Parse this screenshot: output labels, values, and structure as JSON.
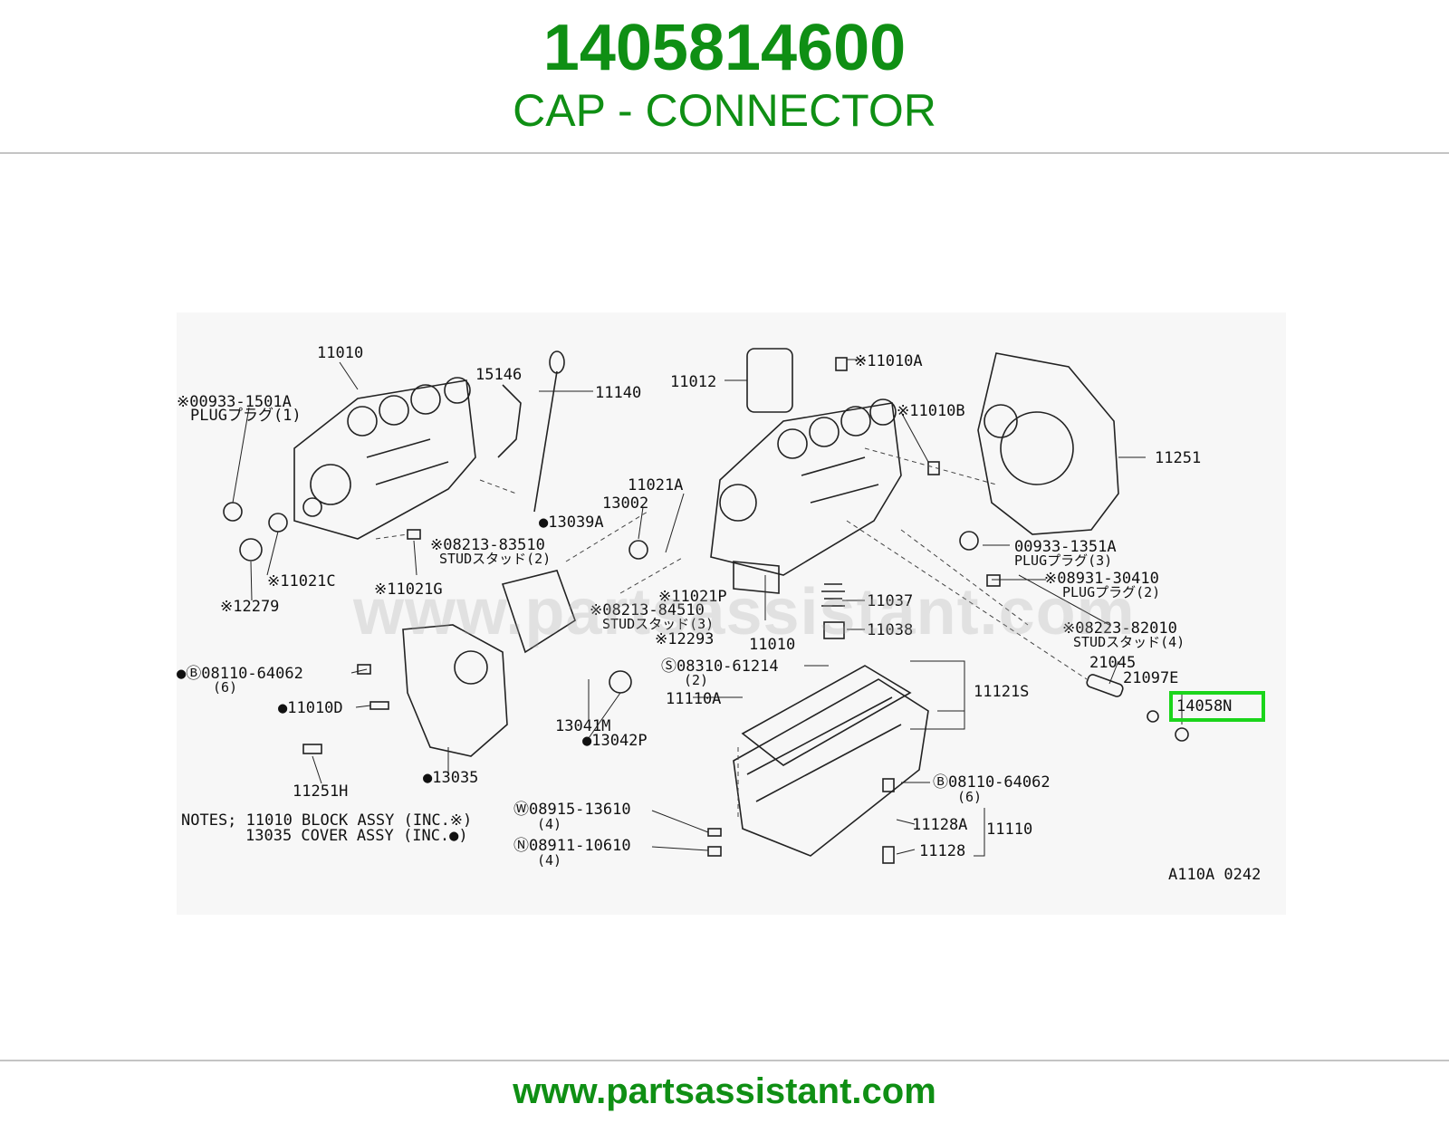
{
  "header": {
    "part_number": "1405814600",
    "part_name": "CAP - CONNECTOR"
  },
  "footer": {
    "url": "www.partsassistant.com"
  },
  "diagram": {
    "watermark": "www.partsassistant.com",
    "code": "A110A 0242",
    "highlight": "14058N",
    "notes": [
      "NOTES; 11010 BLOCK ASSY (INC.※)",
      "13035 COVER ASSY (INC.●)"
    ],
    "labels": {
      "l11010": "11010",
      "l00933_1501a": "※00933-1501A",
      "l00933_1501a_sub": "PLUGプラグ(1)",
      "l15146": "15146",
      "l11140": "11140",
      "l11012": "11012",
      "l11010a": "※11010A",
      "l11010b": "※11010B",
      "l11251": "11251",
      "l11021a": "11021A",
      "l13002": "13002",
      "l13039a": "●13039A",
      "l08213_83510": "※08213-83510",
      "l08213_83510_sub": "STUDスタッド(2)",
      "l11021c": "※11021C",
      "l11021g": "※11021G",
      "l12279": "※12279",
      "l00933_1351a": "00933-1351A",
      "l00933_1351a_sub": "PLUGプラグ(3)",
      "l08931_30410": "※08931-30410",
      "l08931_30410_sub": "PLUGプラグ(2)",
      "l11021p": "※11021P",
      "l08213_84510": "※08213-84510",
      "l08213_84510_sub": "STUDスタッド(3)",
      "l11037": "11037",
      "l11038": "11038",
      "l08223_82010": "※08223-82010",
      "l08223_82010_sub": "STUDスタッド(4)",
      "l12293": "※12293",
      "l11010_mid": "11010",
      "l21045": "21045",
      "l21097e": "21097E",
      "l08110_64062_left": "●Ⓑ08110-64062",
      "l08110_64062_left_sub": "(6)",
      "l08310_61214": "Ⓢ08310-61214",
      "l08310_61214_sub": "(2)",
      "l11121s": "11121S",
      "l11110a": "11110A",
      "l11010d": "●11010D",
      "l13041m": "13041M",
      "l13042p": "●13042P",
      "l11251h": "11251H",
      "l13035": "●13035",
      "l08110_64062_right": "Ⓑ08110-64062",
      "l08110_64062_right_sub": "(6)",
      "l08915_13610": "Ⓦ08915-13610",
      "l08915_13610_sub": "(4)",
      "l08911_10610": "Ⓝ08911-10610",
      "l08911_10610_sub": "(4)",
      "l11128a": "11128A",
      "l11110": "11110",
      "l11128": "11128"
    }
  }
}
